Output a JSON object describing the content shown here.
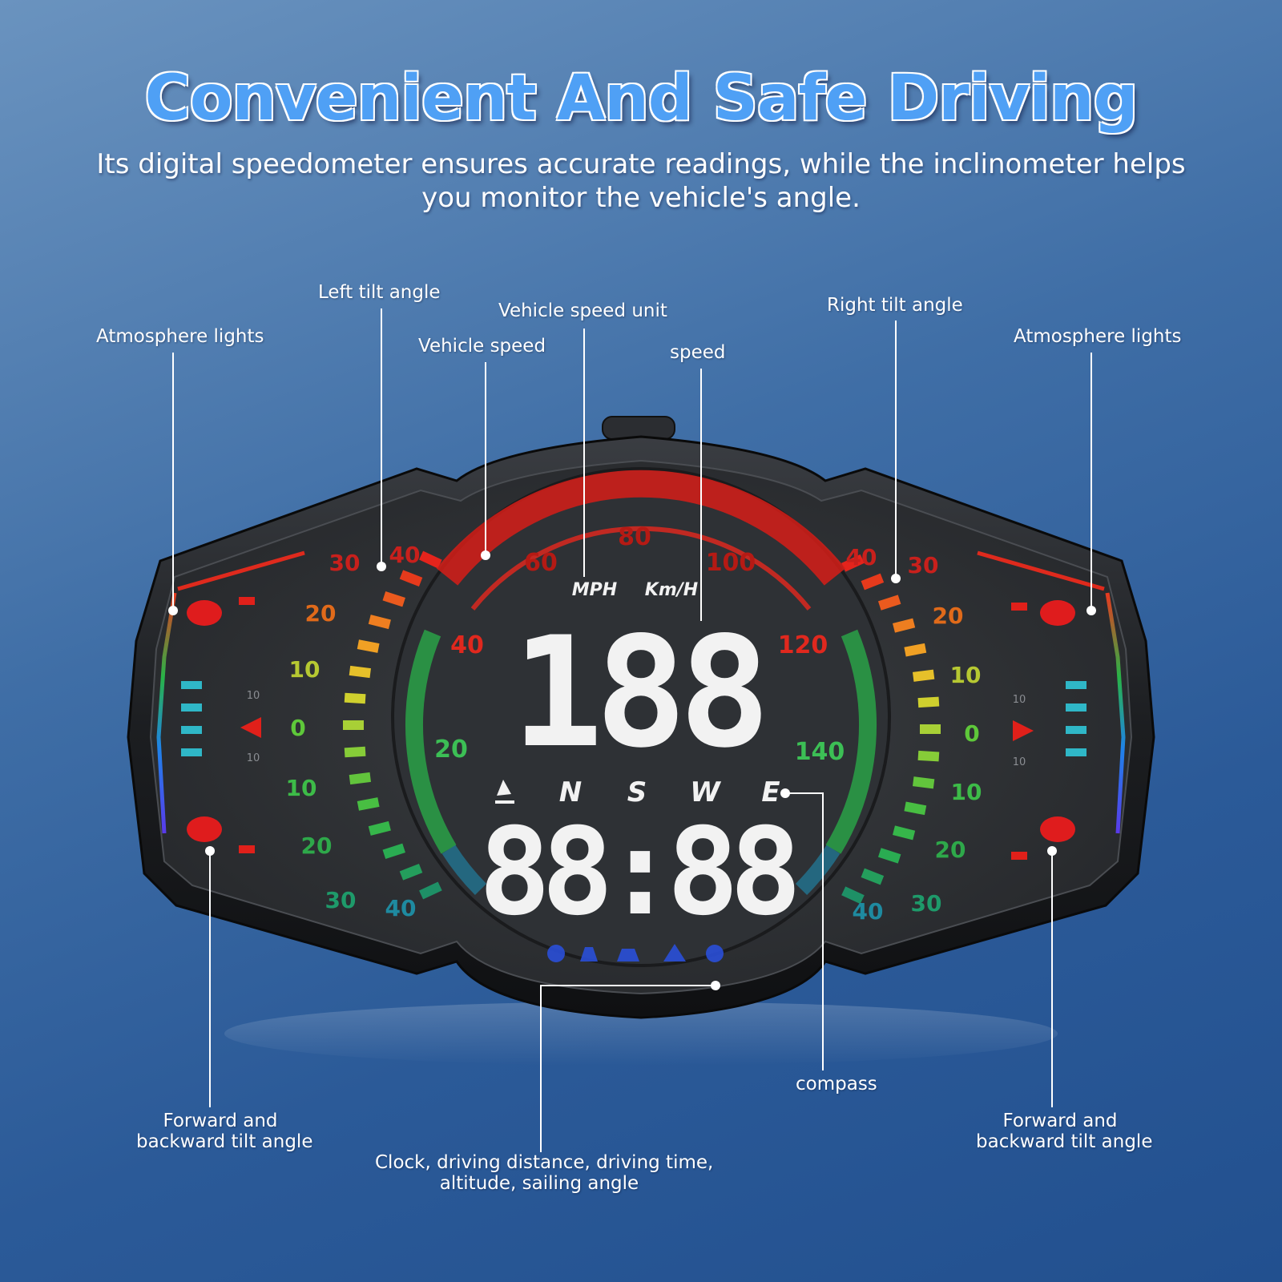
{
  "header": {
    "title": "Convenient And Safe Driving",
    "subtitle_line1": "Its digital speedometer ensures accurate readings, while the inclinometer helps",
    "subtitle_line2": "you monitor the vehicle's angle."
  },
  "callouts": {
    "atmosphere_left": "Atmosphere lights",
    "left_tilt": "Left tilt angle",
    "vehicle_speed_unit": "Vehicle speed unit",
    "vehicle_speed": "Vehicle speed",
    "speed": "speed",
    "right_tilt": "Right tilt angle",
    "atmosphere_right": "Atmosphere lights",
    "fwd_back_left_1": "Forward and",
    "fwd_back_left_2": "backward tilt angle",
    "clock_1": "Clock, driving distance, driving time,",
    "clock_2": "altitude, sailing angle",
    "compass": "compass",
    "fwd_back_right_1": "Forward and",
    "fwd_back_right_2": "backward tilt angle"
  },
  "display": {
    "unit_mph": "MPH",
    "unit_kmh": "Km/H",
    "speed_digits": "188",
    "compass_letters": [
      "N",
      "S",
      "W",
      "E"
    ],
    "lower_digits": "88:88",
    "speed_scale": [
      "20",
      "40",
      "60",
      "80",
      "100",
      "120",
      "140"
    ],
    "left_tilt_scale": [
      "40",
      "30",
      "20",
      "10",
      "0",
      "10",
      "20",
      "30",
      "40"
    ],
    "right_tilt_scale": [
      "40",
      "30",
      "20",
      "10",
      "0",
      "10",
      "20",
      "30",
      "40"
    ],
    "small_scale_left": [
      "10",
      "10"
    ],
    "small_scale_right": [
      "10",
      "10"
    ]
  },
  "colors": {
    "title_blue": "#4fa0f5",
    "arc_red": "#e0201a",
    "arc_green": "#2ab04a",
    "digit_white": "#f2f2f2",
    "panel_dark": "#2a2d31"
  }
}
